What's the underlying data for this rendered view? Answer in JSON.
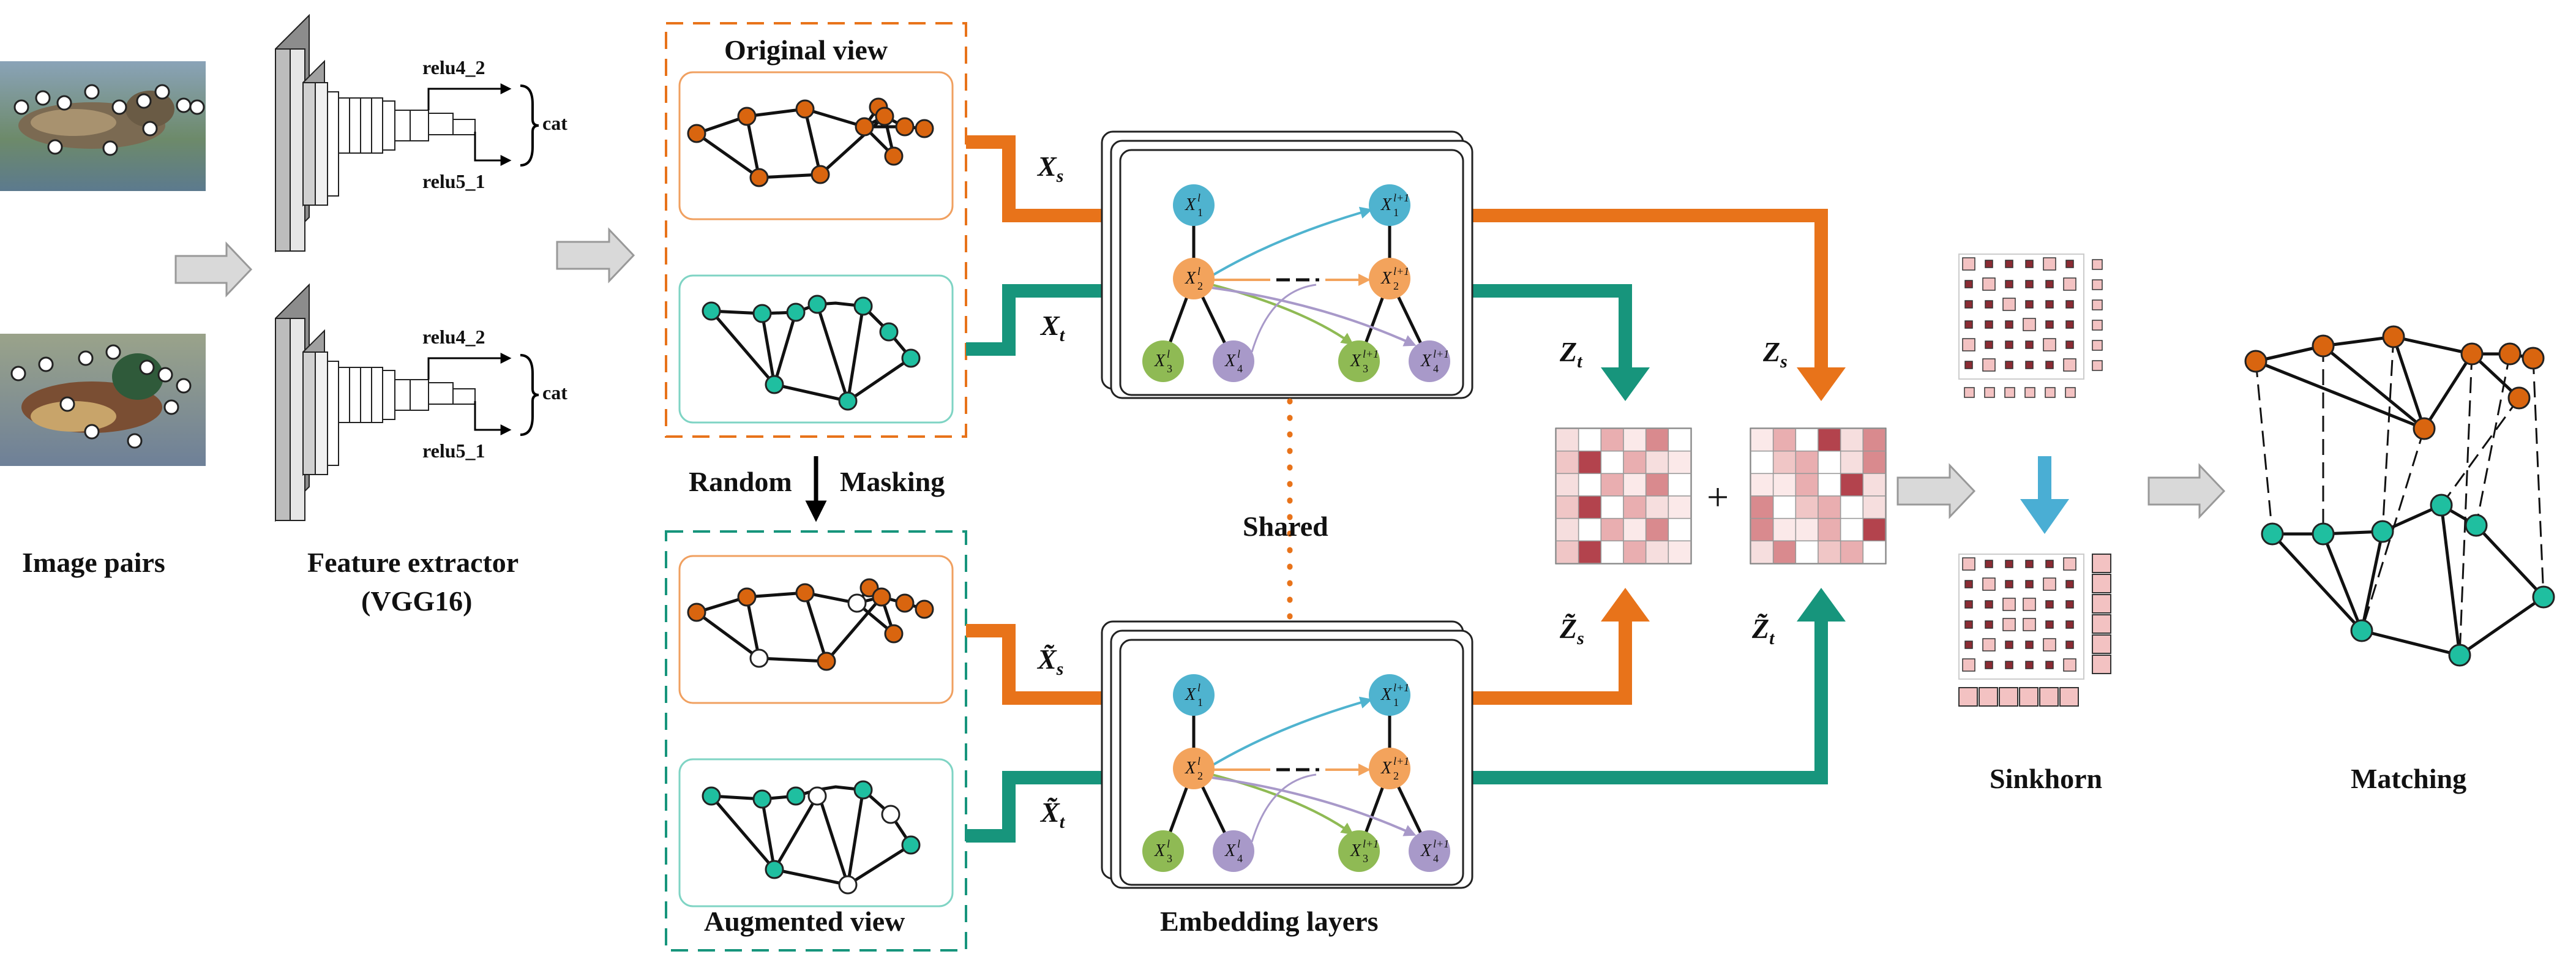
{
  "labels": {
    "image_pairs": "Image pairs",
    "feature_extractor_line1": "Feature extractor",
    "feature_extractor_line2": "(VGG16)",
    "relu4_2": "relu4_2",
    "relu5_1": "relu5_1",
    "cat": "cat",
    "original_view": "Original view",
    "augmented_view": "Augmented view",
    "random": "Random",
    "masking": "Masking",
    "shared": "Shared",
    "embedding_layers": "Embedding layers",
    "sinkhorn": "Sinkhorn",
    "matching": "Matching",
    "plus": "+"
  },
  "symbols": {
    "xs": "X",
    "xs_sub": "s",
    "xt": "X",
    "xt_sub": "t",
    "xs_tilde": "X̃",
    "xt_tilde": "X̃",
    "zt": "Z",
    "zt_sub": "t",
    "zs": "Z",
    "zs_sub": "s",
    "zs_tilde": "Z̃",
    "zt_tilde": "Z̃",
    "node_x1": "X",
    "node_x2": "X",
    "node_x3": "X",
    "node_x4": "X",
    "node_sub_1": "1",
    "node_sub_2": "2",
    "node_sub_3": "3",
    "node_sub_4": "4",
    "node_sup_l": "l",
    "node_sup_l1": "l+1"
  },
  "colors": {
    "orange": "#e8731a",
    "teal": "#17957c",
    "orange_node": "#d9650f",
    "teal_node": "#1fbfa0",
    "blue_node": "#4fb3cf",
    "orange_embed": "#f3a35c",
    "green_node": "#8fba54",
    "purple_node": "#a899c9",
    "sinkhorn_arrow": "#4aaed4",
    "gray_arrow": "#d9d9d9"
  }
}
